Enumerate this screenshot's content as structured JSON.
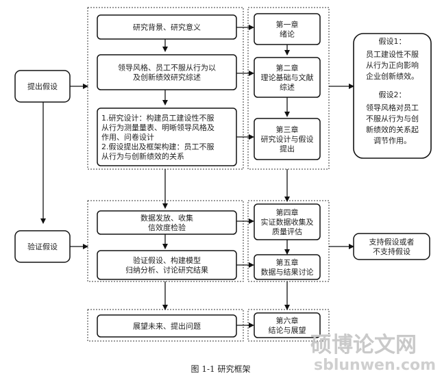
{
  "left_boxes": [
    {
      "key": "propose",
      "lines": [
        "提出假设"
      ]
    },
    {
      "key": "verify",
      "lines": [
        "验证假设"
      ]
    }
  ],
  "process_boxes": [
    {
      "key": "background",
      "lines": [
        "研究背景、研究意义"
      ]
    },
    {
      "key": "review",
      "lines": [
        "领导风格、员工不服从行为以",
        "及创新绩效研究综述"
      ]
    },
    {
      "key": "design",
      "lines": [
        "1.研究设计：构建员工建设性不服",
        "从行为测量量表、明晰领导风格及",
        "作用、问卷设计",
        "2.假设提出及框架构建：员工不服",
        "从行为与创新绩效的关系"
      ]
    },
    {
      "key": "data",
      "lines": [
        "数据发放、收集",
        "信效度检验"
      ]
    },
    {
      "key": "verify_model",
      "lines": [
        "验证假设、构建模型",
        "归纳分析、讨论研究结果"
      ]
    },
    {
      "key": "outlook",
      "lines": [
        "展望未来、提出问题"
      ]
    }
  ],
  "chapter_boxes": [
    {
      "key": "ch1",
      "lines": [
        "第一章",
        "绪论"
      ]
    },
    {
      "key": "ch2",
      "lines": [
        "第二章",
        "理论基础与文献",
        "综述"
      ]
    },
    {
      "key": "ch3",
      "lines": [
        "第三章",
        "研究设计与假设",
        "提出"
      ]
    },
    {
      "key": "ch4",
      "lines": [
        "第四章",
        "实证数据收集及",
        "质量评估"
      ]
    },
    {
      "key": "ch5",
      "lines": [
        "第五章",
        "数据与结果讨论"
      ]
    },
    {
      "key": "ch6",
      "lines": [
        "第六章",
        "结论与展望"
      ]
    }
  ],
  "hypothesis_box": {
    "lines": [
      "假设1：",
      "员工建设性不服",
      "从行为正向影响",
      "企业创新绩效。",
      "假设2：",
      "领导风格对员工",
      "不服从行为与创",
      "新绩效的关系起",
      "调节作用。"
    ]
  },
  "result_box": {
    "lines": [
      "支持假设或者",
      "不支持假设"
    ]
  },
  "caption": "图 1-1  研究框架",
  "watermark": {
    "cn": "硕博论文网",
    "en": "sblunwen.com"
  }
}
